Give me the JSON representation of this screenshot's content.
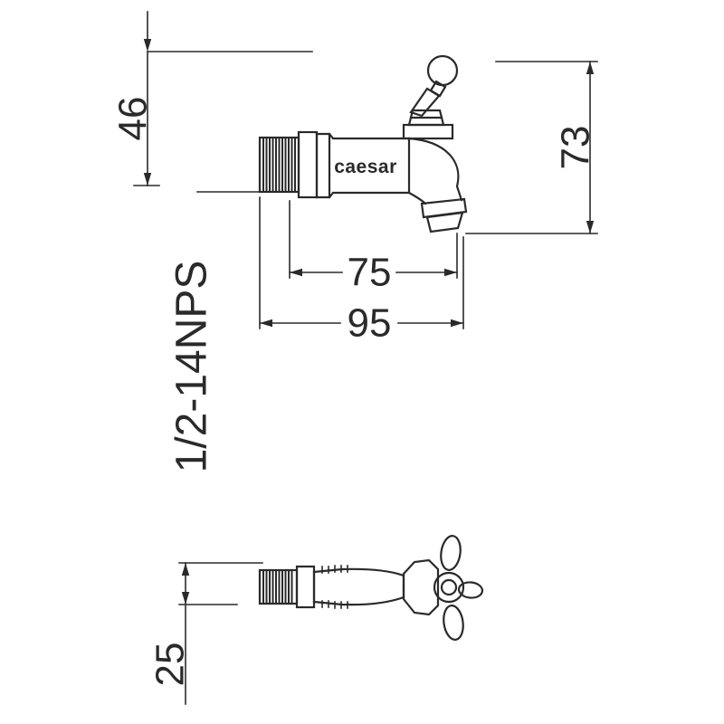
{
  "page": {
    "background": "#ffffff",
    "line_color": "#2a2a2a"
  },
  "side_view": {
    "brand_label": "caesar",
    "thread_label": "1/2-14NPS",
    "dims": {
      "inlet_height": "46",
      "total_height": "73",
      "spout_reach": "75",
      "total_length": "95"
    }
  },
  "top_view": {
    "dims": {
      "body_width": "25"
    }
  }
}
